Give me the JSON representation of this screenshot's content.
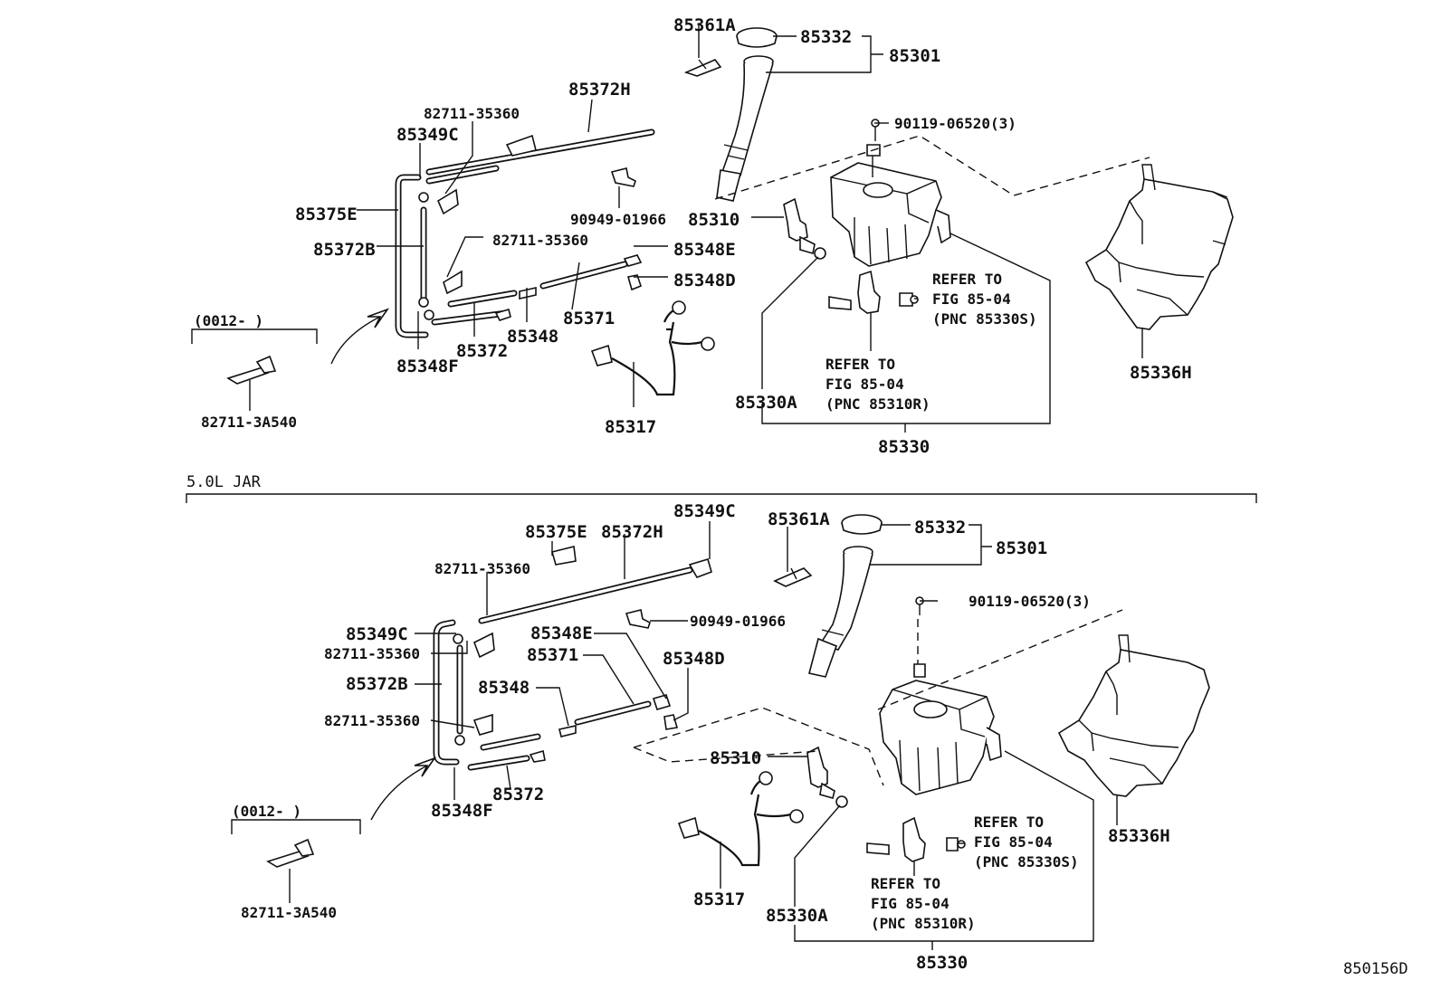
{
  "upper": {
    "labels": {
      "p85361A": "85361A",
      "p85332": "85332",
      "p85301": "85301",
      "p85372H": "85372H",
      "p82711_35360_a": "82711-35360",
      "p85349C": "85349C",
      "p90119": "90119-06520(3)",
      "p85375E": "85375E",
      "p90949": "90949-01966",
      "p85310": "85310",
      "p82711_35360_b": "82711-35360",
      "p85348E": "85348E",
      "p85372B": "85372B",
      "p85348D": "85348D",
      "refer_s_1": "REFER TO",
      "refer_s_2": "FIG 85-04",
      "refer_s_3": "(PNC 85330S)",
      "p85371": "85371",
      "p85348": "85348",
      "p85372": "85372",
      "p85348F": "85348F",
      "refer_r_1": "REFER TO",
      "refer_r_2": "FIG 85-04",
      "refer_r_3": "(PNC 85310R)",
      "p85336H": "85336H",
      "p85330A": "85330A",
      "p85317": "85317",
      "p85330": "85330",
      "range": "(0012-        )",
      "p82711_3A540": "82711-3A540"
    }
  },
  "section_title": "5.0L JAR",
  "lower": {
    "labels": {
      "p85349C_top": "85349C",
      "p85375E": "85375E",
      "p85372H": "85372H",
      "p85361A": "85361A",
      "p85332": "85332",
      "p85301": "85301",
      "p82711_35360_a": "82711-35360",
      "p90949": "90949-01966",
      "p90119": "90119-06520(3)",
      "p85349C": "85349C",
      "p85348E": "85348E",
      "p82711_35360_b": "82711-35360",
      "p85371": "85371",
      "p85348D": "85348D",
      "p85372B": "85372B",
      "p85348": "85348",
      "p82711_35360_c": "82711-35360",
      "p85310": "85310",
      "refer_s_1": "REFER TO",
      "refer_s_2": "FIG 85-04",
      "refer_s_3": "(PNC 85330S)",
      "p85348F": "85348F",
      "p85372": "85372",
      "p85336H": "85336H",
      "range": "(0012-        )",
      "refer_r_1": "REFER TO",
      "refer_r_2": "FIG 85-04",
      "refer_r_3": "(PNC 85310R)",
      "p85317": "85317",
      "p85330A": "85330A",
      "p82711_3A540": "82711-3A540",
      "p85330": "85330"
    }
  },
  "figure_id": "850156D"
}
